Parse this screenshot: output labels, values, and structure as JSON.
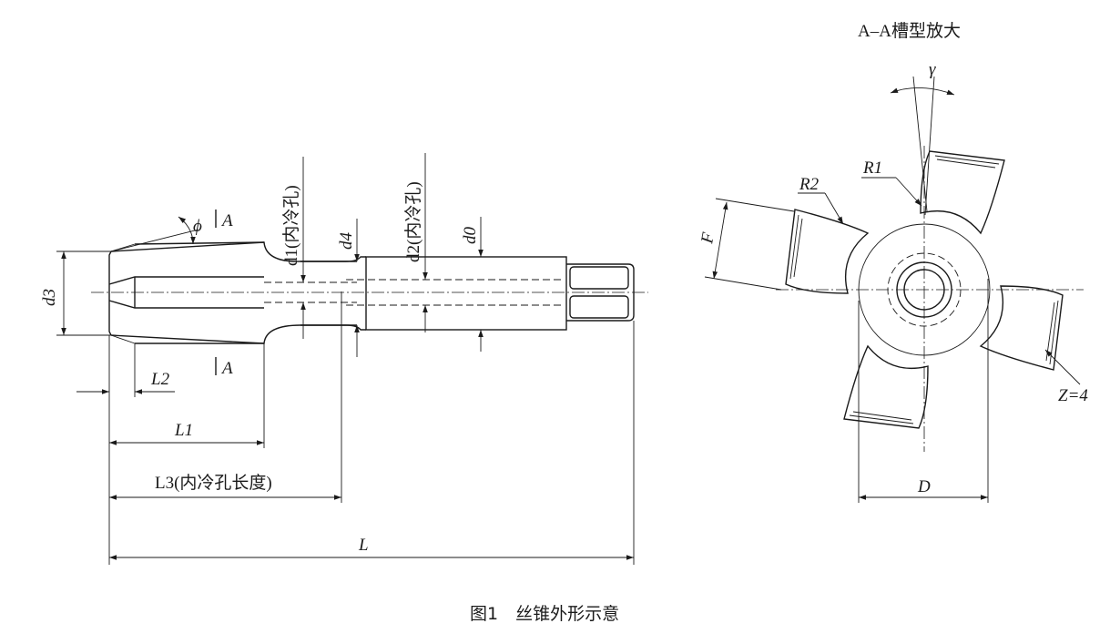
{
  "labels": {
    "d3": "d3",
    "phi": "ϕ",
    "section_a_top": "A",
    "section_a_bottom": "A",
    "d1": "d1(内冷孔)",
    "d4": "d4",
    "d2": "d2(内冷孔)",
    "d0": "d0",
    "L2": "L2",
    "L1": "L1",
    "L3": "L3(内冷孔长度)",
    "L": "L",
    "section_title": "A–A槽型放大",
    "gamma": "γ",
    "R1": "R1",
    "R2": "R2",
    "F": "F",
    "Z": "Z=4",
    "D": "D"
  },
  "caption": "图1　丝锥外形示意"
}
